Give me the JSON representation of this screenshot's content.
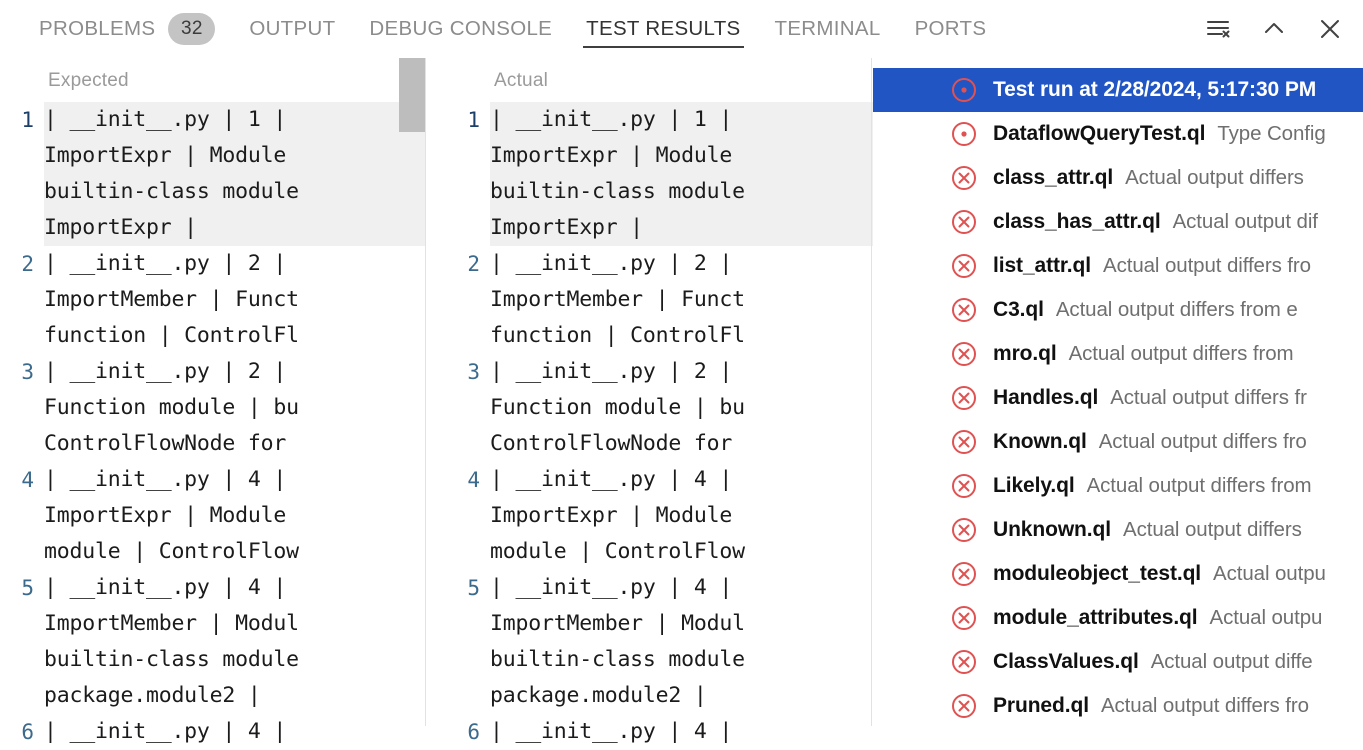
{
  "header": {
    "tabs": [
      {
        "label": "PROBLEMS",
        "badge": "32",
        "active": false
      },
      {
        "label": "OUTPUT",
        "badge": null,
        "active": false
      },
      {
        "label": "DEBUG CONSOLE",
        "badge": null,
        "active": false
      },
      {
        "label": "TEST RESULTS",
        "badge": null,
        "active": true
      },
      {
        "label": "TERMINAL",
        "badge": null,
        "active": false
      },
      {
        "label": "PORTS",
        "badge": null,
        "active": false
      }
    ],
    "actions": [
      {
        "name": "clear-output-icon",
        "title": "Clear Output"
      },
      {
        "name": "chevron-up-icon",
        "title": "Hide Panel"
      },
      {
        "name": "close-icon",
        "title": "Close Panel"
      }
    ]
  },
  "diff": {
    "expected": {
      "title": "Expected",
      "lines": [
        {
          "num": "1",
          "text": "| __init__.py | 1 |\nImportExpr | Module\nbuiltin-class module\nImportExpr |"
        },
        {
          "num": "2",
          "text": "| __init__.py | 2 |\nImportMember | Funct\nfunction | ControlFl"
        },
        {
          "num": "3",
          "text": "| __init__.py | 2 |\nFunction module | bu\nControlFlowNode for"
        },
        {
          "num": "4",
          "text": "| __init__.py | 4 |\nImportExpr | Module\nmodule | ControlFlow"
        },
        {
          "num": "5",
          "text": "| __init__.py | 4 |\nImportMember | Modul\nbuiltin-class module\npackage.module2 |"
        },
        {
          "num": "6",
          "text": "| __init__.py | 4 |"
        }
      ]
    },
    "actual": {
      "title": "Actual",
      "lines": [
        {
          "num": "1",
          "text": "| __init__.py | 1 |\nImportExpr | Module\nbuiltin-class module\nImportExpr |"
        },
        {
          "num": "2",
          "text": "| __init__.py | 2 |\nImportMember | Funct\nfunction | ControlFl"
        },
        {
          "num": "3",
          "text": "| __init__.py | 2 |\nFunction module | bu\nControlFlowNode for"
        },
        {
          "num": "4",
          "text": "| __init__.py | 4 |\nImportExpr | Module\nmodule | ControlFlow"
        },
        {
          "num": "5",
          "text": "| __init__.py | 4 |\nImportMember | Modul\nbuiltin-class module\npackage.module2 |"
        },
        {
          "num": "6",
          "text": "| __init__.py | 4 |"
        }
      ]
    }
  },
  "test_tree": {
    "root": {
      "label": "Test run at 2/28/2024, 5:17:30 PM",
      "icon": "error-dot-icon",
      "selected": true
    },
    "items": [
      {
        "label": "DataflowQueryTest.ql",
        "desc": "Type Config",
        "icon": "error-dot-icon"
      },
      {
        "label": "class_attr.ql",
        "desc": "Actual output differs",
        "icon": "error-x-icon"
      },
      {
        "label": "class_has_attr.ql",
        "desc": "Actual output dif",
        "icon": "error-x-icon"
      },
      {
        "label": "list_attr.ql",
        "desc": "Actual output differs fro",
        "icon": "error-x-icon"
      },
      {
        "label": "C3.ql",
        "desc": "Actual output differs from e",
        "icon": "error-x-icon"
      },
      {
        "label": "mro.ql",
        "desc": "Actual output differs from",
        "icon": "error-x-icon"
      },
      {
        "label": "Handles.ql",
        "desc": "Actual output differs fr",
        "icon": "error-x-icon"
      },
      {
        "label": "Known.ql",
        "desc": "Actual output differs fro",
        "icon": "error-x-icon"
      },
      {
        "label": "Likely.ql",
        "desc": "Actual output differs from",
        "icon": "error-x-icon"
      },
      {
        "label": "Unknown.ql",
        "desc": "Actual output differs",
        "icon": "error-x-icon"
      },
      {
        "label": "moduleobject_test.ql",
        "desc": "Actual outpu",
        "icon": "error-x-icon"
      },
      {
        "label": "module_attributes.ql",
        "desc": "Actual outpu",
        "icon": "error-x-icon"
      },
      {
        "label": "ClassValues.ql",
        "desc": "Actual output diffe",
        "icon": "error-x-icon"
      },
      {
        "label": "Pruned.ql",
        "desc": "Actual output differs fro",
        "icon": "error-x-icon"
      }
    ]
  },
  "colors": {
    "selection_blue": "#2255c4",
    "error_red": "#e05252",
    "line_number_blue": "#3b6a8c",
    "badge_gray": "#c4c4c4",
    "muted_text": "#6f6f6f"
  }
}
